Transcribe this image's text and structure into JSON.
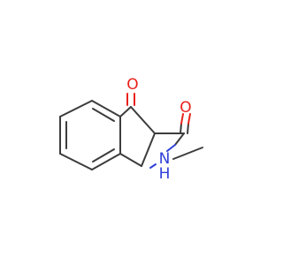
{
  "molecule": {
    "atoms": {
      "ketone_oxygen": {
        "symbol": "O",
        "color": "#e8211a"
      },
      "amide_oxygen": {
        "symbol": "O",
        "color": "#e8211a"
      },
      "amide_nitrogen": {
        "symbol": "N",
        "color": "#2f3fd8"
      },
      "amide_hydrogen": {
        "symbol": "H",
        "color": "#2f3fd8"
      }
    },
    "bond_color": "#3c3c3c"
  }
}
